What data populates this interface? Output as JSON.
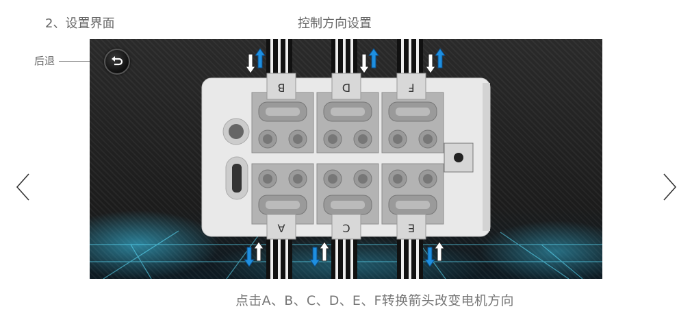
{
  "header": {
    "section_title": "2、设置界面",
    "center_title": "控制方向设置"
  },
  "back": {
    "label": "后退",
    "icon": "undo-arrow-icon"
  },
  "ports": [
    {
      "id": "B",
      "position": "top"
    },
    {
      "id": "D",
      "position": "top"
    },
    {
      "id": "F",
      "position": "top"
    },
    {
      "id": "A",
      "position": "bottom"
    },
    {
      "id": "C",
      "position": "bottom"
    },
    {
      "id": "E",
      "position": "bottom"
    }
  ],
  "footer": {
    "instruction": "点击A、B、C、D、E、F转换箭头改变电机方向"
  },
  "colors": {
    "accent_blue": "#1e8fe0",
    "panel_dark": "#1f1f1f",
    "controller_body": "#e9e9e9",
    "port_gray": "#a9a9a9",
    "glow_cyan": "#3fd6ff"
  }
}
